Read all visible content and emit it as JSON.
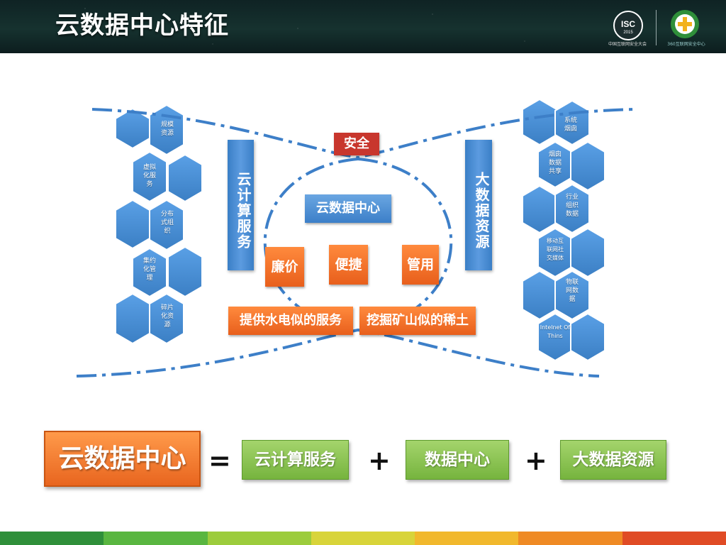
{
  "header": {
    "title": "云数据中心特征",
    "isc_logo_text": "ISC",
    "isc_logo_year": "2015",
    "isc_caption": "中国互联网安全大会",
    "org_caption": "360互联网安全中心"
  },
  "diagram": {
    "left_hex_labels": [
      "规模\n资源",
      "虚拟\n化服\n务",
      "分布\n式组\n织",
      "集约\n化管\n理",
      "碎片\n化资\n源"
    ],
    "right_hex_labels": [
      "系统\n烟囱",
      "烟囱\n数据\n共享",
      "行业\n组织\n数据",
      "移动互\n联网社\n交媒体",
      "物联\n网数\n据",
      "Intelnet Of\nThins"
    ],
    "left_bar": "云计算服务",
    "right_bar": "大数据资源",
    "security": "安全",
    "center": "云数据中心",
    "features": [
      "廉价",
      "便捷",
      "管用"
    ],
    "left_bottom": "提供水电似的服务",
    "right_bottom": "挖掘矿山似的稀土"
  },
  "equation": {
    "main": "云数据中心",
    "equals": "=",
    "plus": "+",
    "terms": [
      "云计算服务",
      "数据中心",
      "大数据资源"
    ]
  },
  "colors": {
    "hex_blue": "#4a90d9",
    "orange": "#f26f21",
    "green": "#8cc152",
    "red": "#c8362d",
    "footer": [
      "#2f8f3a",
      "#59b640",
      "#9ccc3c",
      "#d8d43a",
      "#f1b82d",
      "#ef8a24",
      "#e04b25"
    ]
  }
}
